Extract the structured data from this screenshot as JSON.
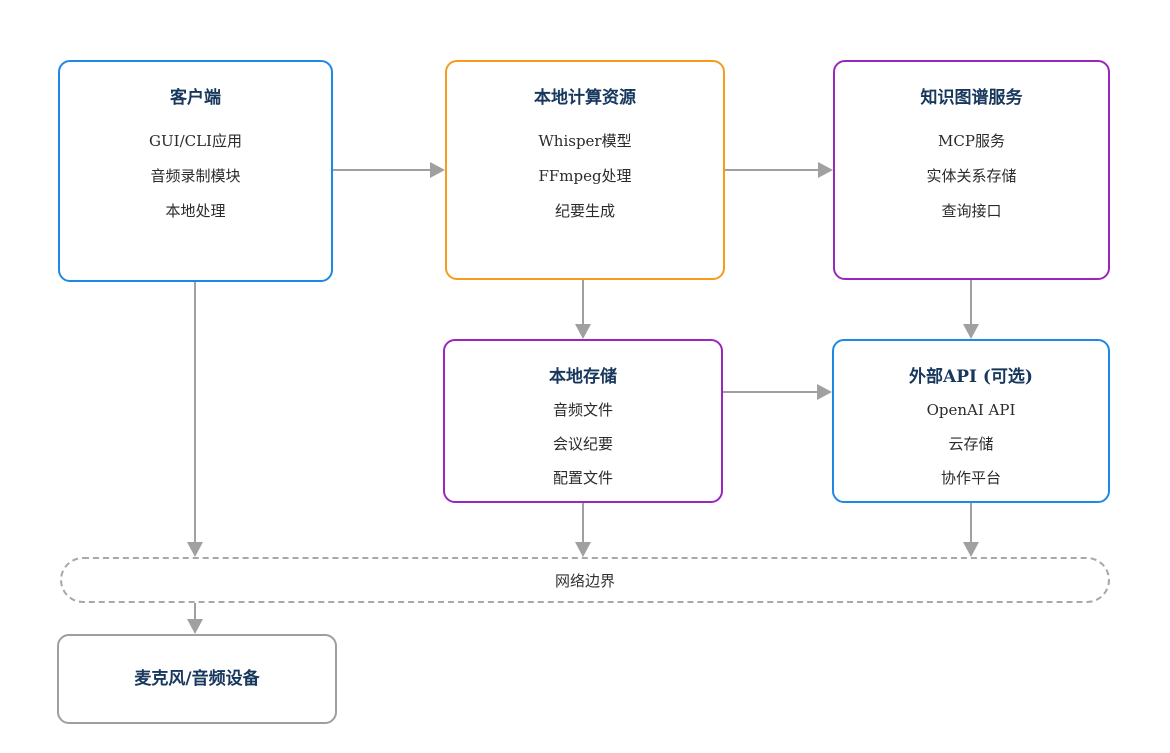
{
  "diagram_title": "local-meeting-transcription-architecture",
  "colors": {
    "blue_border": "#1e88e5",
    "orange_border": "#f79b1f",
    "purple_border": "#9a27bd",
    "gray_border": "#9e9e9e",
    "arrow": "#a0a0a0",
    "boundary_dash": "#a8a8a8",
    "title_text": "#17375d",
    "item_text": "#2b2b2b"
  },
  "nodes": [
    {
      "id": "client",
      "title": "客户端",
      "items": [
        "GUI/CLI应用",
        "音频录制模块",
        "本地处理"
      ],
      "border_color": "#1e88e5"
    },
    {
      "id": "local-compute",
      "title": "本地计算资源",
      "items": [
        "Whisper模型",
        "FFmpeg处理",
        "纪要生成"
      ],
      "border_color": "#f79b1f"
    },
    {
      "id": "knowledge-graph",
      "title": "知识图谱服务",
      "items": [
        "MCP服务",
        "实体关系存储",
        "查询接口"
      ],
      "border_color": "#9a27bd"
    },
    {
      "id": "local-storage",
      "title": "本地存储",
      "items": [
        "音频文件",
        "会议纪要",
        "配置文件"
      ],
      "border_color": "#9a27bd"
    },
    {
      "id": "external-api",
      "title": "外部API (可选)",
      "items": [
        "OpenAI API",
        "云存储",
        "协作平台"
      ],
      "border_color": "#1e88e5"
    },
    {
      "id": "network-boundary",
      "title": "网络边界",
      "border_color": "#a8a8a8",
      "style": "dashed"
    },
    {
      "id": "microphone",
      "title": "麦克风/音频设备",
      "border_color": "#9e9e9e"
    }
  ],
  "edges": [
    {
      "from": "client",
      "to": "local-compute"
    },
    {
      "from": "local-compute",
      "to": "knowledge-graph"
    },
    {
      "from": "local-compute",
      "to": "local-storage"
    },
    {
      "from": "knowledge-graph",
      "to": "external-api"
    },
    {
      "from": "local-storage",
      "to": "external-api"
    },
    {
      "from": "client",
      "to": "network-boundary"
    },
    {
      "from": "local-storage",
      "to": "network-boundary"
    },
    {
      "from": "external-api",
      "to": "network-boundary"
    },
    {
      "from": "network-boundary",
      "to": "microphone"
    }
  ]
}
